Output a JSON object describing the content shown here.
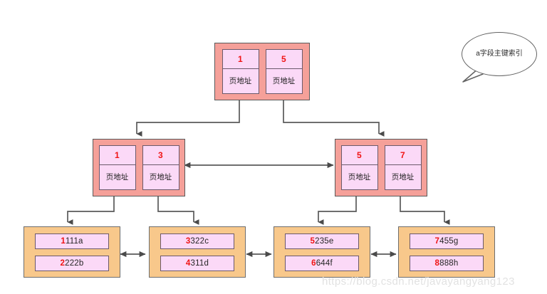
{
  "diagram": {
    "title": "B+ tree primary key index diagram",
    "background": "#ffffff",
    "colors": {
      "index_node_fill": "#f5a099",
      "leaf_node_fill": "#f8c88b",
      "cell_fill": "#fbd9f7",
      "key_text": "#f01414",
      "edge_stroke": "#5a5a5a",
      "watermark": "#e2e2e2"
    },
    "pointer_label": "页地址"
  },
  "callout": {
    "text": "a字段主键索引"
  },
  "root": {
    "name": "root-node",
    "cells": [
      {
        "key": "1",
        "pointer": "页地址"
      },
      {
        "key": "5",
        "pointer": "页地址"
      }
    ]
  },
  "internal": [
    {
      "name": "internal-node-left",
      "cells": [
        {
          "key": "1",
          "pointer": "页地址"
        },
        {
          "key": "3",
          "pointer": "页地址"
        }
      ]
    },
    {
      "name": "internal-node-right",
      "cells": [
        {
          "key": "5",
          "pointer": "页地址"
        },
        {
          "key": "7",
          "pointer": "页地址"
        }
      ]
    }
  ],
  "leaves": [
    {
      "name": "leaf-node-1",
      "rows": [
        {
          "highlight": "1",
          "rest": "111a",
          "value": "1111a"
        },
        {
          "highlight": "2",
          "rest": "222b",
          "value": "2222b"
        }
      ]
    },
    {
      "name": "leaf-node-2",
      "rows": [
        {
          "highlight": "3",
          "rest": "322c",
          "value": "3322c"
        },
        {
          "highlight": "4",
          "rest": "311d",
          "value": "4311d"
        }
      ]
    },
    {
      "name": "leaf-node-3",
      "rows": [
        {
          "highlight": "5",
          "rest": "235e",
          "value": "5235e"
        },
        {
          "highlight": "6",
          "rest": "644f",
          "value": "6644f"
        }
      ]
    },
    {
      "name": "leaf-node-4",
      "rows": [
        {
          "highlight": "7",
          "rest": "455g",
          "value": "7455g"
        },
        {
          "highlight": "8",
          "rest": "888h",
          "value": "8888h"
        }
      ]
    }
  ],
  "watermark": {
    "text": "https://blog.csdn.net/javayangyang123"
  }
}
